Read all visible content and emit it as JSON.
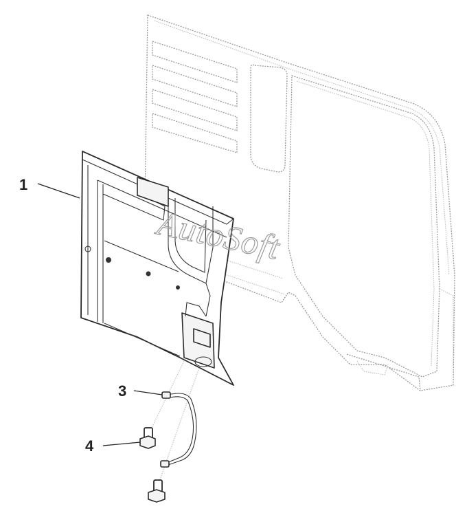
{
  "callouts": [
    {
      "id": "1",
      "label": "1"
    },
    {
      "id": "3",
      "label": "3"
    },
    {
      "id": "4",
      "label": "4"
    }
  ],
  "watermark": "AutoSoft"
}
